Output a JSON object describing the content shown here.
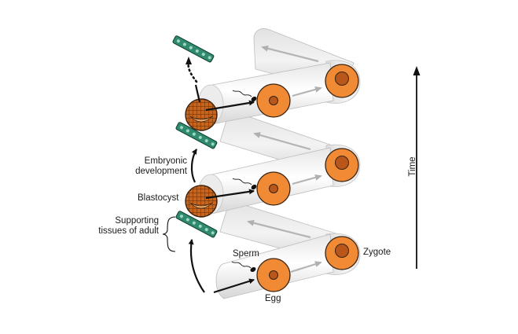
{
  "labels": {
    "embryonic_line1": "Embryonic",
    "embryonic_line2": "development",
    "blastocyst": "Blastocyst",
    "supporting_line1": "Supporting",
    "supporting_line2": "tissues of adult",
    "sperm": "Sperm",
    "egg": "Egg",
    "zygote": "Zygote",
    "time": "Time"
  },
  "colors": {
    "cell_orange": "#f08a35",
    "cell_outline": "#3a2410",
    "nucleus": "#b8561c",
    "blastocyst_fill": "#c8641c",
    "tissue_green": "#2f8a6e",
    "tube_light": "#f4f4f4",
    "tube_shade": "#d9d9d9",
    "arrow_gray": "#b4b4b4",
    "arrow_dark": "#111111"
  }
}
